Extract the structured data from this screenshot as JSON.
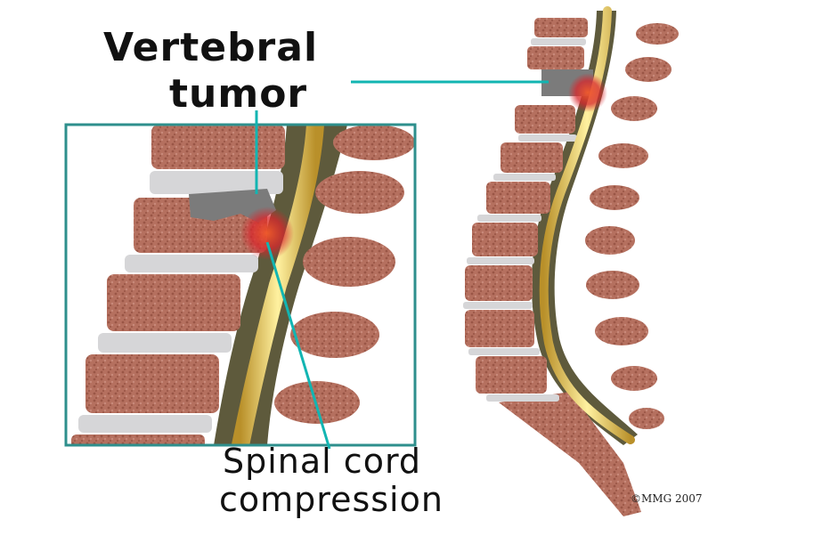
{
  "labels": {
    "vertebral_tumor_line1": "Vertebral",
    "vertebral_tumor_line2": "tumor",
    "spinal_cord_line1": "Spinal cord",
    "spinal_cord_line2": "compression"
  },
  "credit": "©MMG 2007",
  "colors": {
    "bone": "#b5705f",
    "disc": "#d6d6d8",
    "cord": "#e8c24a",
    "canal": "#5e5a3c",
    "tumor_gray": "#7b7b7b",
    "tumor_red": "#d8262c",
    "leader_line": "#12b5b2",
    "inset_frame": "#2e8f8c"
  }
}
